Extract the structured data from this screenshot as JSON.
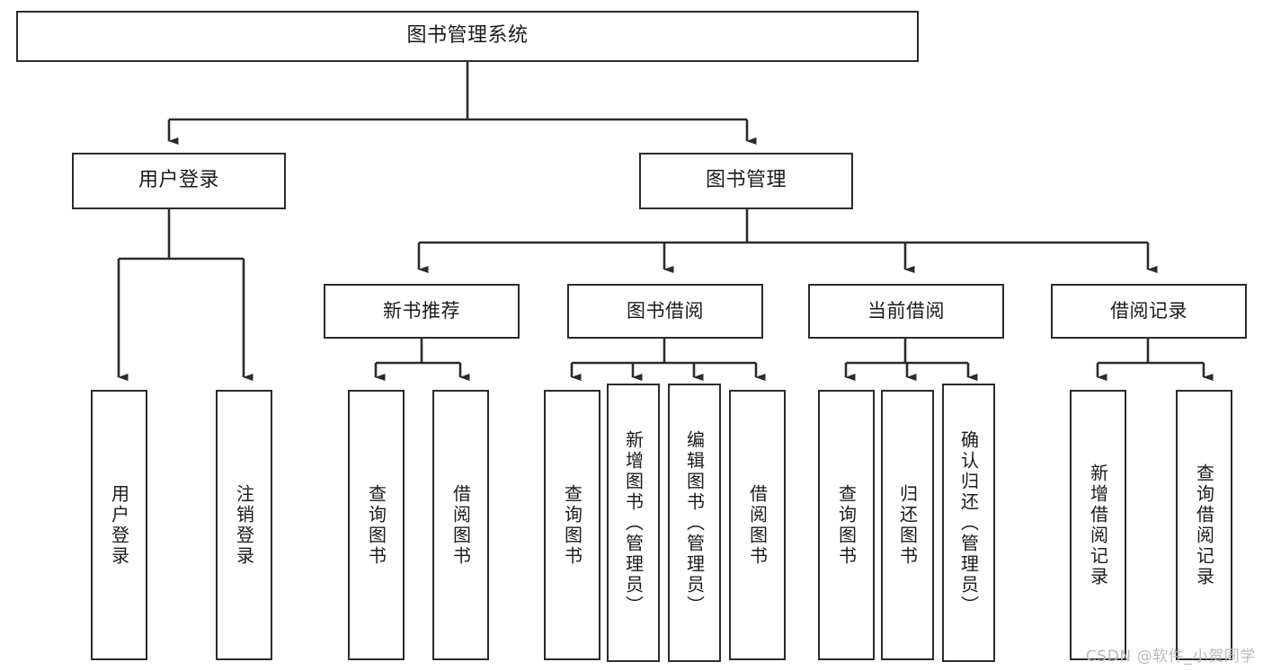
{
  "diagram": {
    "title": "图书管理系统",
    "type": "tree-hierarchy",
    "orientation": "top-down",
    "colors": {
      "node_border": "#2b2b2b",
      "node_fill": "#ffffff",
      "edge": "#2b2b2b",
      "text": "#1b1b1b",
      "watermark": "#b9b9b9",
      "background": "#ffffff"
    },
    "nodes": {
      "root": {
        "label": "图书管理系统"
      },
      "level2": [
        {
          "id": "user-login",
          "label": "用户登录"
        },
        {
          "id": "book-management",
          "label": "图书管理"
        }
      ],
      "level3": [
        {
          "id": "new-book-recommend",
          "label": "新书推荐"
        },
        {
          "id": "book-borrow",
          "label": "图书借阅"
        },
        {
          "id": "current-borrow",
          "label": "当前借阅"
        },
        {
          "id": "borrow-record",
          "label": "借阅记录"
        }
      ],
      "leaves": {
        "user_login": [
          {
            "id": "leaf-user-login",
            "label": "用户登录"
          },
          {
            "id": "leaf-logout-login",
            "label": "注销登录"
          }
        ],
        "new_book_recommend": [
          {
            "id": "leaf-query-book-1",
            "label": "查询图书"
          },
          {
            "id": "leaf-borrow-book-1",
            "label": "借阅图书"
          }
        ],
        "book_borrow": [
          {
            "id": "leaf-query-book-2",
            "label": "查询图书"
          },
          {
            "id": "leaf-add-book",
            "label": "新增图书（管理员）"
          },
          {
            "id": "leaf-edit-book",
            "label": "编辑图书（管理员）"
          },
          {
            "id": "leaf-borrow-book-2",
            "label": "借阅图书"
          }
        ],
        "current_borrow": [
          {
            "id": "leaf-query-book-3",
            "label": "查询图书"
          },
          {
            "id": "leaf-return-book",
            "label": "归还图书"
          },
          {
            "id": "leaf-confirm-return",
            "label": "确认归还（管理员）"
          }
        ],
        "borrow_record": [
          {
            "id": "leaf-add-borrow-record",
            "label": "新增借阅记录"
          },
          {
            "id": "leaf-query-borrow-record",
            "label": "查询借阅记录"
          }
        ]
      }
    },
    "edges": [
      {
        "from": "图书管理系统",
        "to": "用户登录"
      },
      {
        "from": "图书管理系统",
        "to": "图书管理"
      },
      {
        "from": "用户登录",
        "to": "用户登录"
      },
      {
        "from": "用户登录",
        "to": "注销登录"
      },
      {
        "from": "图书管理",
        "to": "新书推荐"
      },
      {
        "from": "图书管理",
        "to": "图书借阅"
      },
      {
        "from": "图书管理",
        "to": "当前借阅"
      },
      {
        "from": "图书管理",
        "to": "借阅记录"
      },
      {
        "from": "新书推荐",
        "to": "查询图书"
      },
      {
        "from": "新书推荐",
        "to": "借阅图书"
      },
      {
        "from": "图书借阅",
        "to": "查询图书"
      },
      {
        "from": "图书借阅",
        "to": "新增图书（管理员）"
      },
      {
        "from": "图书借阅",
        "to": "编辑图书（管理员）"
      },
      {
        "from": "图书借阅",
        "to": "借阅图书"
      },
      {
        "from": "当前借阅",
        "to": "查询图书"
      },
      {
        "from": "当前借阅",
        "to": "归还图书"
      },
      {
        "from": "当前借阅",
        "to": "确认归还（管理员）"
      },
      {
        "from": "借阅记录",
        "to": "新增借阅记录"
      },
      {
        "from": "借阅记录",
        "to": "查询借阅记录"
      }
    ]
  },
  "watermark": {
    "text": "CSDN @软件_小贺同学"
  }
}
